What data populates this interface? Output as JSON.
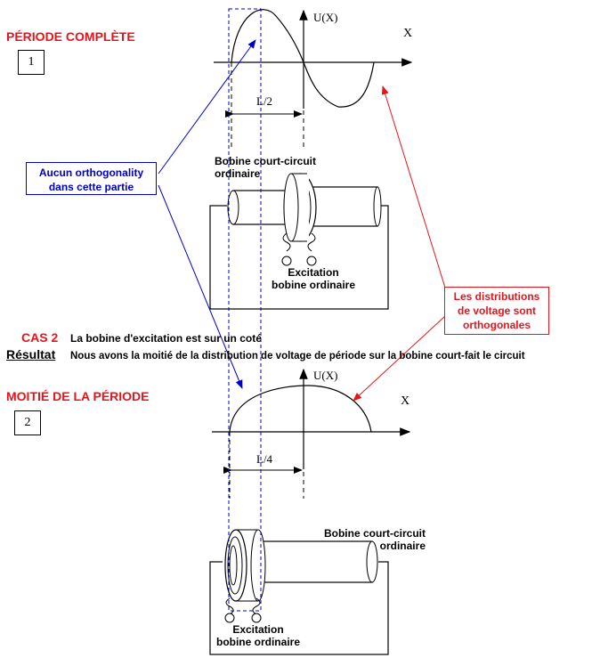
{
  "case1": {
    "title": "PÉRIODE COMPLÈTE",
    "number": "1"
  },
  "case2": {
    "title": "MOITIÉ DE LA PÉRIODE",
    "number": "2"
  },
  "plot": {
    "y_axis_label": "U(X)",
    "x_axis_label": "X",
    "half_length": "L/2",
    "quarter_length": "L/4"
  },
  "callouts": {
    "blue": {
      "line1": "Aucun orthogonality",
      "line2": "dans cette partie",
      "color": "#0000cc"
    },
    "red": {
      "line1": "Les distributions",
      "line2": "de voltage sont",
      "line3": "orthogonales",
      "color": "#e8141b"
    }
  },
  "coil1": {
    "short_circuit_line1": "Bobine court-circuit",
    "short_circuit_line2": "ordinaire",
    "excitation_line1": "Excitation",
    "excitation_line2": "bobine ordinaire"
  },
  "coil2": {
    "short_circuit_line1": "Bobine court-circuit",
    "short_circuit_line2": "ordinaire",
    "excitation_line1": "Excitation",
    "excitation_line2": "bobine ordinaire"
  },
  "cas2": {
    "label": "CAS 2",
    "text": "La bobine d'excitation est sur un coté"
  },
  "resultat": {
    "label": "Résultat",
    "text": "Nous avons la moitié de la distribution de voltage de période sur la bobine court-fait le circuit"
  }
}
